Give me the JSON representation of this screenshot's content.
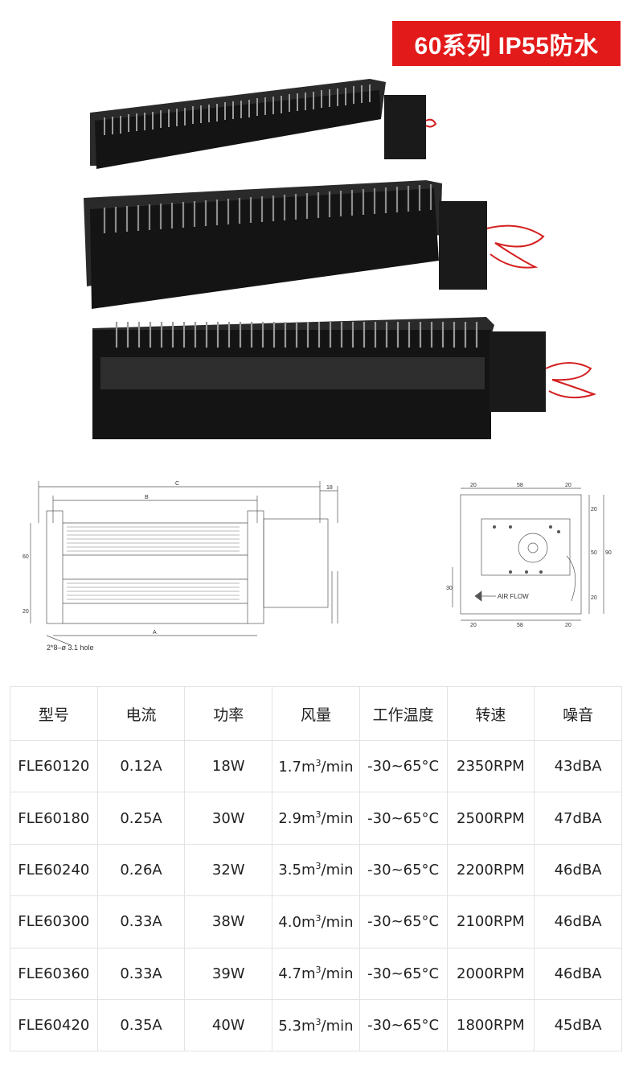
{
  "banner": {
    "title": "60系列  IP55防水"
  },
  "drawing": {
    "front": {
      "dim_c": "C",
      "dim_b": "B",
      "dim_a": "A",
      "dim_18": "18",
      "dim_60": "60",
      "dim_20": "20",
      "hole_note": "2*8–ø 3.1 hole"
    },
    "side": {
      "top_left": "20",
      "top_mid": "58",
      "top_right": "20",
      "bottom_left": "20",
      "bottom_mid": "58",
      "bottom_right": "20",
      "right_20a": "20",
      "right_50": "50",
      "right_90": "90",
      "right_20b": "20",
      "left_30": "30",
      "airflow": "AIR FLOW"
    }
  },
  "table": {
    "headers": [
      "型号",
      "电流",
      "功率",
      "风量",
      "工作温度",
      "转速",
      "噪音"
    ],
    "rows": [
      {
        "model": "FLE60120",
        "current": "0.12A",
        "power": "18W",
        "flow": "1.7m",
        "flow_unit": "/min",
        "temp": "-30~65°C",
        "speed": "2350RPM",
        "noise": "43dBA"
      },
      {
        "model": "FLE60180",
        "current": "0.25A",
        "power": "30W",
        "flow": "2.9m",
        "flow_unit": "/min",
        "temp": "-30~65°C",
        "speed": "2500RPM",
        "noise": "47dBA"
      },
      {
        "model": "FLE60240",
        "current": "0.26A",
        "power": "32W",
        "flow": "3.5m",
        "flow_unit": "/min",
        "temp": "-30~65°C",
        "speed": "2200RPM",
        "noise": "46dBA"
      },
      {
        "model": "FLE60300",
        "current": "0.33A",
        "power": "38W",
        "flow": "4.0m",
        "flow_unit": "/min",
        "temp": "-30~65°C",
        "speed": "2100RPM",
        "noise": "46dBA"
      },
      {
        "model": "FLE60360",
        "current": "0.33A",
        "power": "39W",
        "flow": "4.7m",
        "flow_unit": "/min",
        "temp": "-30~65°C",
        "speed": "2000RPM",
        "noise": "46dBA"
      },
      {
        "model": "FLE60420",
        "current": "0.35A",
        "power": "40W",
        "flow": "5.3m",
        "flow_unit": "/min",
        "temp": "-30~65°C",
        "speed": "1800RPM",
        "noise": "45dBA"
      }
    ],
    "sup": "3"
  },
  "colors": {
    "banner": "#e31a1a",
    "housing": "#1c1c1c",
    "wire": "#d42020"
  }
}
